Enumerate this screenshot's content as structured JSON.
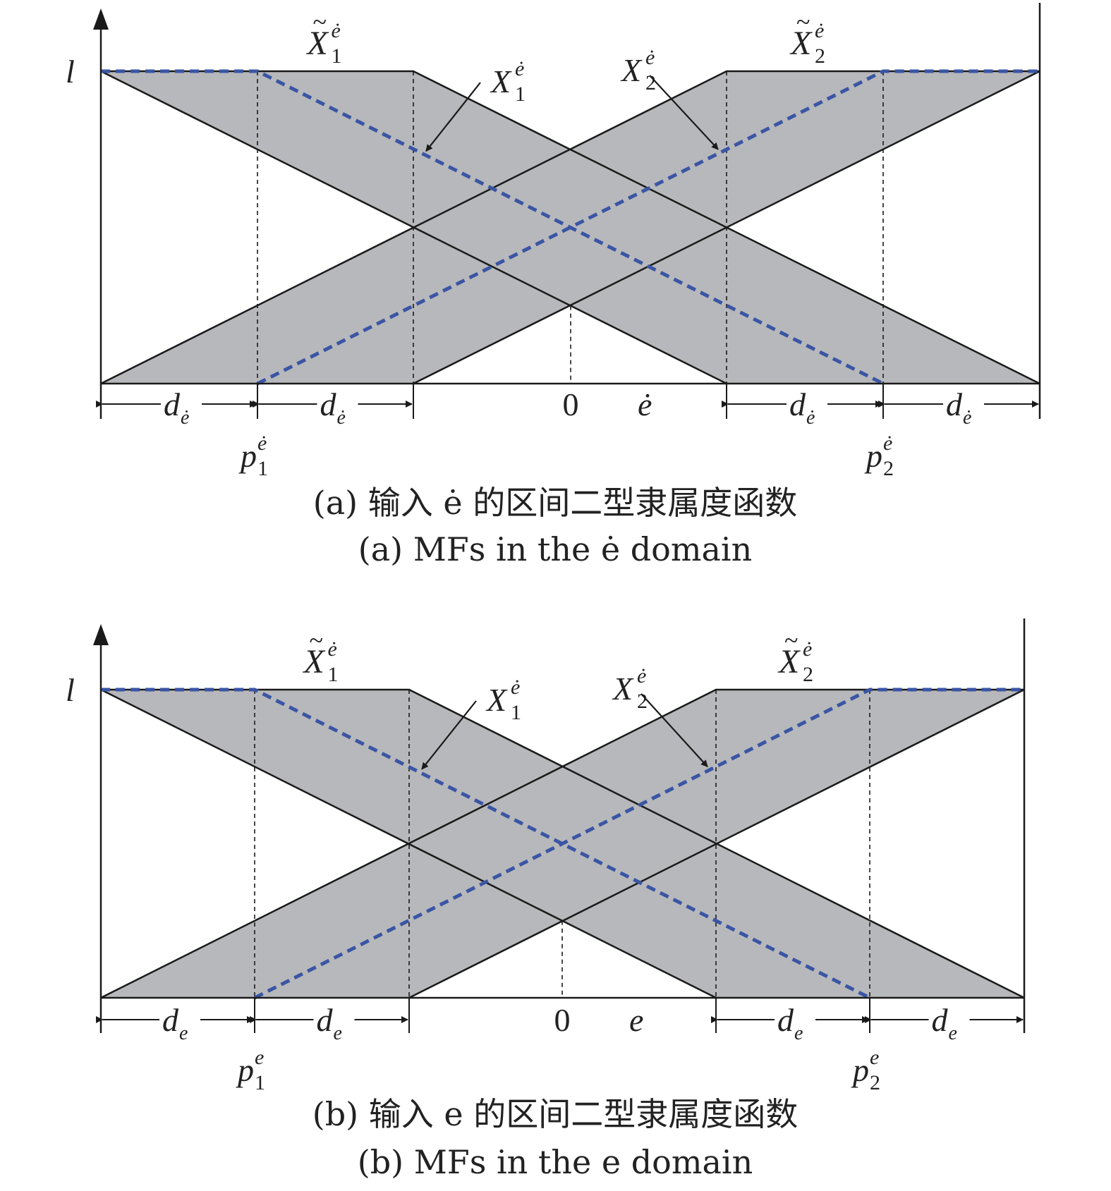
{
  "colors": {
    "band_fill": "#b7b8bb",
    "outline": "#1a1a1a",
    "principal": "#3a55a4",
    "background": "#ffffff"
  },
  "panels": [
    {
      "id": "a",
      "var": "ė",
      "y_label": "l",
      "origin_label": "0",
      "x_label": "ė",
      "upper_mf_1": {
        "base": "X",
        "tilde": "~",
        "sup": "ė",
        "sub": "1"
      },
      "upper_mf_2": {
        "base": "X",
        "tilde": "~",
        "sup": "ė",
        "sub": "2"
      },
      "principal_1": {
        "base": "X",
        "sup": "ė",
        "sub": "1"
      },
      "principal_2": {
        "base": "X",
        "sup": "ė",
        "sub": "2"
      },
      "point_1": {
        "base": "p",
        "sup": "ė",
        "sub": "1"
      },
      "point_2": {
        "base": "p",
        "sup": "ė",
        "sub": "2"
      },
      "d": {
        "base": "d",
        "sub": "ė"
      },
      "caption_cn": "(a) 输入 ė 的区间二型隶属度函数",
      "caption_en": "(a) MFs in the ė domain"
    },
    {
      "id": "b",
      "var": "e",
      "y_label": "l",
      "origin_label": "0",
      "x_label": "e",
      "upper_mf_1": {
        "base": "X",
        "tilde": "~",
        "sup": "ė",
        "sub": "1"
      },
      "upper_mf_2": {
        "base": "X",
        "tilde": "~",
        "sup": "ė",
        "sub": "2"
      },
      "principal_1": {
        "base": "X",
        "sup": "ė",
        "sub": "1"
      },
      "principal_2": {
        "base": "X",
        "sup": "ė",
        "sub": "2"
      },
      "point_1": {
        "base": "p",
        "sup": "e",
        "sub": "1"
      },
      "point_2": {
        "base": "p",
        "sup": "e",
        "sub": "2"
      },
      "d": {
        "base": "d",
        "sub": "e"
      },
      "caption_cn": "(b) 输入 e 的区间二型隶属度函数",
      "caption_en": "(b) MFs in the e domain"
    }
  ]
}
